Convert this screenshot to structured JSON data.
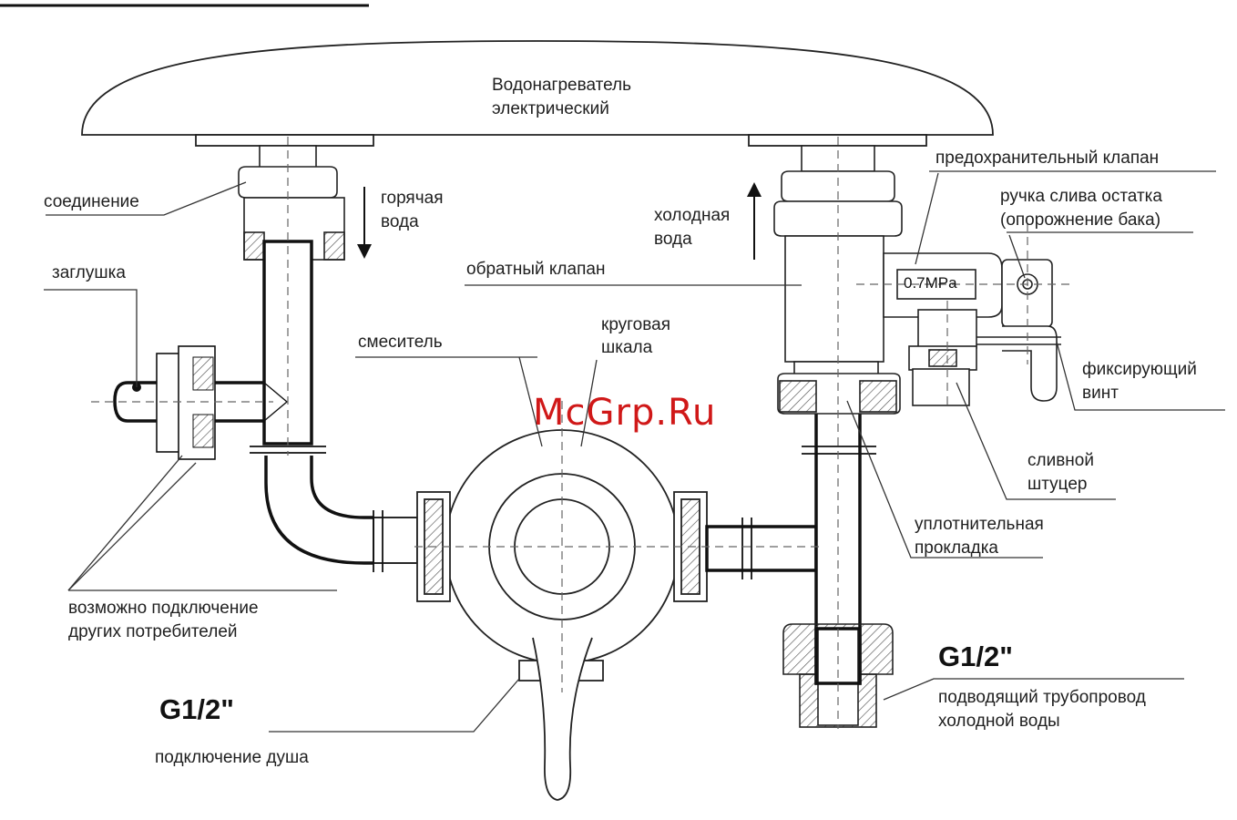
{
  "colors": {
    "line": "#1a1a1a",
    "dash": "#666666",
    "watermark": "#d01818",
    "hatch": "#555555"
  },
  "labels": {
    "heater_l1": "Водонагреватель",
    "heater_l2": "электрический",
    "connection": "соединение",
    "hot_l1": "горячая",
    "hot_l2": "вода",
    "cold_l1": "холодная",
    "cold_l2": "вода",
    "safety_valve": "предохранительный клапан",
    "drain_handle_l1": "ручка слива остатка",
    "drain_handle_l2": "(опорожнение бака)",
    "check_valve": "обратный клапан",
    "plug": "заглушка",
    "mixer": "смеситель",
    "dial_l1": "круговая",
    "dial_l2": "шкала",
    "fix_screw_l1": "фиксирующий",
    "fix_screw_l2": "винт",
    "drain_fitting_l1": "сливной",
    "drain_fitting_l2": "штуцер",
    "gasket_l1": "уплотнительная",
    "gasket_l2": "прокладка",
    "consumers_l1": "возможно подключение",
    "consumers_l2": "других потребителей",
    "thread_shower": "G1/2\"",
    "shower": "подключение душа",
    "thread_supply": "G1/2\"",
    "supply_l1": "подводящий трубопровод",
    "supply_l2": "холодной воды",
    "pressure": "0.7MPa"
  },
  "watermark": "McGrp.Ru"
}
